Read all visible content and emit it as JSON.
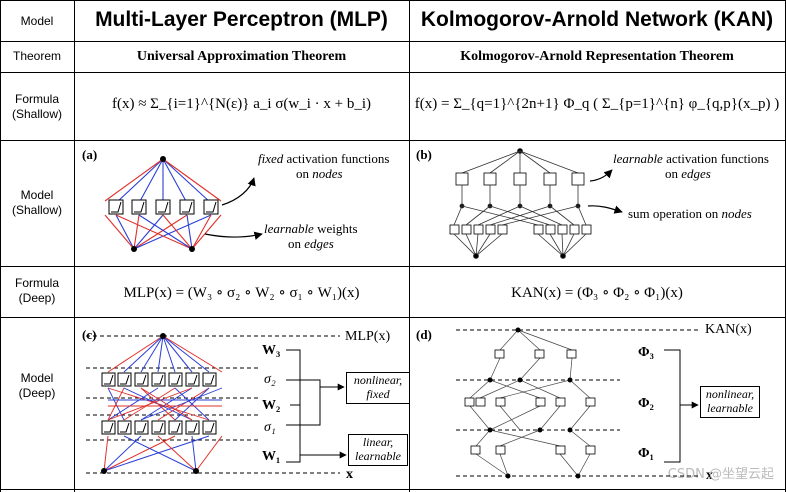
{
  "header": {
    "row_label": "Model",
    "mlp_title": "Multi-Layer Perceptron (MLP)",
    "kan_title": "Kolmogorov-Arnold Network (KAN)"
  },
  "theorem_row": {
    "row_label": "Theorem",
    "mlp": "Universal Approximation Theorem",
    "kan": "Kolmogorov-Arnold Representation Theorem"
  },
  "formula_shallow": {
    "row_label_1": "Formula",
    "row_label_2": "(Shallow)",
    "mlp": "f(x) ≈ Σ_{i=1}^{N(ε)} a_i σ(w_i · x + b_i)",
    "kan": "f(x) = Σ_{q=1}^{2n+1} Φ_q ( Σ_{p=1}^{n} φ_{q,p}(x_p) )"
  },
  "model_shallow": {
    "row_label_1": "Model",
    "row_label_2": "(Shallow)",
    "panel_a": "(a)",
    "panel_b": "(b)",
    "a_fixed_1": "fixed",
    "a_fixed_2": " activation functions",
    "a_fixed_3": "on ",
    "a_fixed_4": "nodes",
    "a_learn_1": "learnable",
    "a_learn_2": " weights",
    "a_learn_3": "on ",
    "a_learn_4": "edges",
    "b_learn_1": "learnable",
    "b_learn_2": " activation functions",
    "b_learn_3": "on ",
    "b_learn_4": "edges",
    "b_sum_1": "sum operation on ",
    "b_sum_2": "nodes"
  },
  "formula_deep": {
    "row_label_1": "Formula",
    "row_label_2": "(Deep)",
    "mlp": "MLP(x) = (W₃ ∘ σ₂ ∘ W₂ ∘ σ₁ ∘ W₁)(x)",
    "kan": "KAN(x) = (Φ₃ ∘ Φ₂ ∘ Φ₁)(x)"
  },
  "model_deep": {
    "row_label_1": "Model",
    "row_label_2": "(Deep)",
    "panel_c": "(c)",
    "panel_d": "(d)",
    "mlp_out": "MLP(x)",
    "w3": "W₃",
    "s2": "σ₂",
    "w2": "W₂",
    "s1": "σ₁",
    "w1": "W₁",
    "x": "x",
    "nonlin_1": "nonlinear,",
    "nonlin_2": "fixed",
    "lin_1": "linear,",
    "lin_2": "learnable",
    "kan_out": "KAN(x)",
    "phi3": "Φ₃",
    "phi2": "Φ₂",
    "phi1": "Φ₁",
    "kan_x": "x",
    "knl_1": "nonlinear,",
    "knl_2": "learnable"
  },
  "watermark": "CSDN @坐望云起",
  "colors": {
    "red": "#e0302a",
    "blue": "#2b3fd6",
    "grey": "#444444"
  }
}
